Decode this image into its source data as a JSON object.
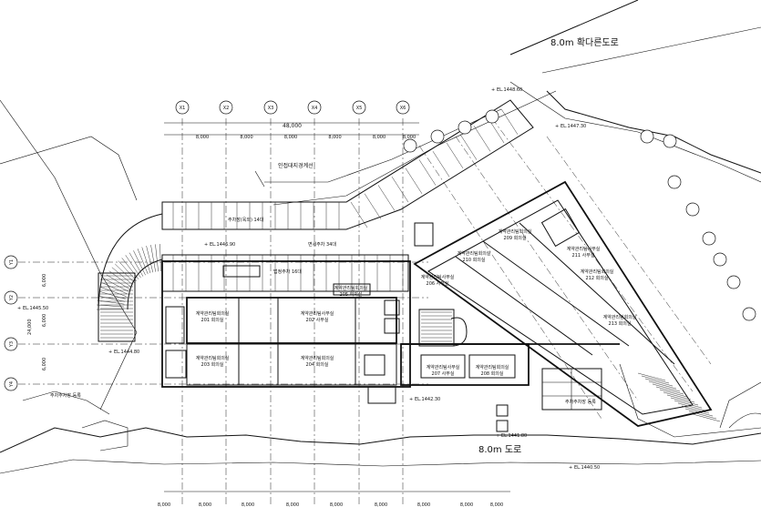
{
  "roads": {
    "top": "8.0m 확다른도로",
    "bottom": "8.0m 도로"
  },
  "boundary_label": "인접대지경계선",
  "grid": {
    "columns": [
      "X1",
      "X2",
      "X3",
      "X4",
      "X5",
      "X6"
    ],
    "rows": [
      "Y1",
      "Y2",
      "Y3",
      "Y4"
    ],
    "overall_width": "48,000",
    "overall_height": "24,000",
    "spans": [
      "8,000",
      "8,000",
      "8,000",
      "8,000",
      "8,000",
      "8,000"
    ],
    "row_spans": [
      "6,000",
      "6,000",
      "6,000"
    ]
  },
  "parking": {
    "top": "주차장(옥외) 14대",
    "middle": "면세주차 34대",
    "inner": "법정주차 16대",
    "left": "주차주차장 등록",
    "right": "주차주차장 등록"
  },
  "rooms": [
    {
      "name": "계약관리팀회의실",
      "sub": "201 회의실"
    },
    {
      "name": "계약관리팀사무실",
      "sub": "202 사무실"
    },
    {
      "name": "계약관리팀회의실",
      "sub": "203 회의실"
    },
    {
      "name": "계약관리팀회의실",
      "sub": "204 회의실"
    },
    {
      "name": "계약관리팀회의실",
      "sub": "205 회의실"
    },
    {
      "name": "계약관리팀사무실",
      "sub": "206 사무실"
    },
    {
      "name": "계약관리팀사무실",
      "sub": "207 사무실"
    },
    {
      "name": "계약관리팀회의실",
      "sub": "208 회의실"
    },
    {
      "name": "계약관리팀회의실",
      "sub": "209 회의실"
    },
    {
      "name": "계약관리팀회의실",
      "sub": "210 회의실"
    },
    {
      "name": "계약관리팀사무실",
      "sub": "211 사무실"
    },
    {
      "name": "계약관리팀회의실",
      "sub": "212 회의실"
    },
    {
      "name": "계약관리팀회의실",
      "sub": "213 회의실"
    }
  ],
  "spot_elevations": [
    "EL.1448.60",
    "EL.1447.30",
    "EL.1446.90",
    "EL.1445.50",
    "EL.1444.80",
    "EL.1442.30",
    "EL.1441.80",
    "EL.1440.50"
  ]
}
